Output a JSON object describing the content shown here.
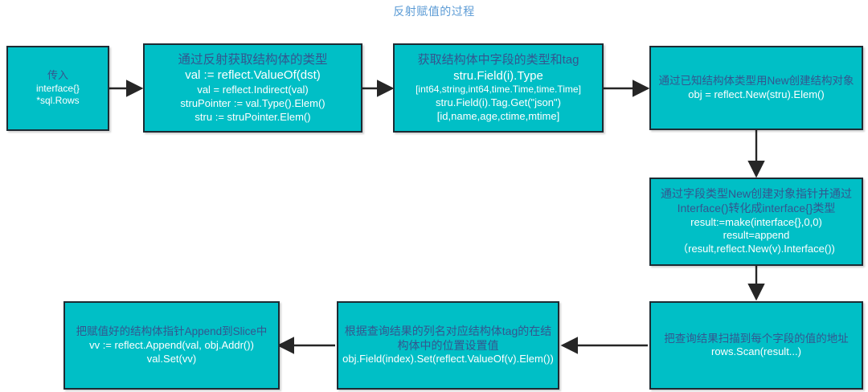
{
  "title": "反射赋值的过程",
  "colors": {
    "node_fill": "#00bfc6",
    "node_border": "#1d2b33",
    "title_text": "#5b9bd5",
    "heading_text": "#34568f",
    "code_text": "#ffffff",
    "arrow": "#262626",
    "page_background": "#ffffff"
  },
  "nodes": [
    {
      "id": "input",
      "heading": "传入",
      "lines": [
        "interface{}",
        "*sql.Rows"
      ]
    },
    {
      "id": "get-struct-type",
      "heading": "通过反射获取结构体的类型",
      "lines": [
        "val := reflect.ValueOf(dst)",
        "val = reflect.Indirect(val)",
        "struPointer := val.Type().Elem()",
        "stru := struPointer.Elem()"
      ]
    },
    {
      "id": "get-field-type-tag",
      "heading": "获取结构体中字段的类型和tag",
      "lines": [
        "stru.Field(i).Type",
        "[int64,string,int64,time.Time,time.Time]",
        "stru.Field(i).Tag.Get(\"json\")",
        "[id,name,age,ctime,mtime]"
      ]
    },
    {
      "id": "new-struct-object",
      "heading": "通过已知结构体类型用New创建结构对象",
      "lines": [
        "obj = reflect.New(stru).Elem()"
      ]
    },
    {
      "id": "new-field-pointers",
      "heading": "通过字段类型New创建对象指针并通过Interface()转化成interface{}类型",
      "lines": [
        "result:=make(interface{},0,0)",
        "result=append",
        "（result,reflect.New(v).Interface())"
      ]
    },
    {
      "id": "rows-scan",
      "heading": "把查询结果扫描到每个字段的值的地址",
      "lines": [
        "rows.Scan(result...)"
      ]
    },
    {
      "id": "set-field-by-tag",
      "heading": "根据查询结果的列名对应结构体tag的在结构体中的位置设置值",
      "lines": [
        "obj.Field(index).Set(reflect.ValueOf(v).Elem())"
      ]
    },
    {
      "id": "append-to-slice",
      "heading": "把赋值好的结构体指针Append到Slice中",
      "lines": [
        "vv := reflect.Append(val, obj.Addr())",
        "val.Set(vv)"
      ]
    }
  ],
  "arrows": [
    {
      "from": "input",
      "to": "get-struct-type",
      "direction": "right"
    },
    {
      "from": "get-struct-type",
      "to": "get-field-type-tag",
      "direction": "right"
    },
    {
      "from": "get-field-type-tag",
      "to": "new-struct-object",
      "direction": "right"
    },
    {
      "from": "new-struct-object",
      "to": "new-field-pointers",
      "direction": "down"
    },
    {
      "from": "new-field-pointers",
      "to": "rows-scan",
      "direction": "down"
    },
    {
      "from": "rows-scan",
      "to": "set-field-by-tag",
      "direction": "left"
    },
    {
      "from": "set-field-by-tag",
      "to": "append-to-slice",
      "direction": "left"
    }
  ]
}
